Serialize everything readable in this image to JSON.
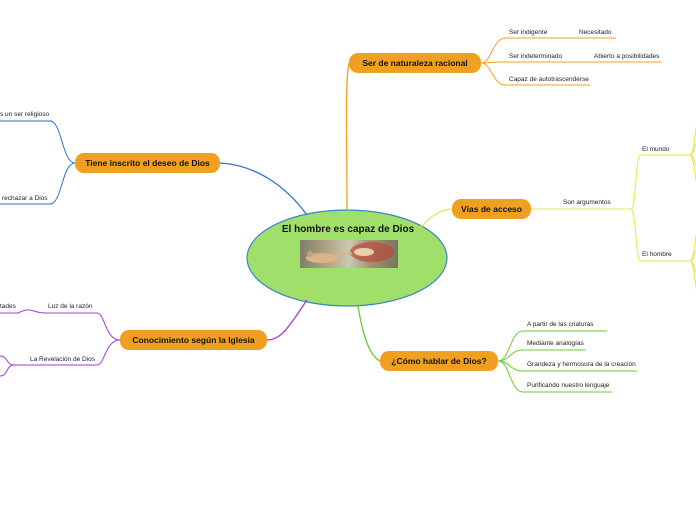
{
  "central": {
    "title": "El hombre es capaz de Dios"
  },
  "topics": {
    "racional": "Ser de naturaleza racional",
    "deseo": "Tiene inscrito el deseo de Dios",
    "vias": "Vías de acceso",
    "conocimiento": "Conocimiento según la Iglesia",
    "hablar": "¿Cómo hablar de Dios?"
  },
  "racional_items": {
    "indigente": "Ser indigente",
    "necesitado": "Necesitado",
    "indeterminado": "Ser indeterminado",
    "abierto": "Abierto a posibilidades",
    "autotrascenderse": "Capaz de autotrascenderse"
  },
  "deseo_items": {
    "religioso": "s un ser religioso",
    "rechazar": "rechazar a Dios"
  },
  "vias_items": {
    "argumentos": "Son argumentos",
    "mundo": "El mundo",
    "hombre": "El hombre"
  },
  "conocimiento_items": {
    "tades": "tades",
    "razon": "Luz de la razón",
    "revelacion": "La Revelación de Dios"
  },
  "hablar_items": [
    "A partir de las criaturas",
    "Mediante analogías",
    "Grandeza y hermosura de la creación",
    "Purificando nuestro lenguaje"
  ],
  "colors": {
    "central_fill": "#9fdf6a",
    "central_stroke": "#3a86c8",
    "topic_fill": "#f0a020",
    "branch_racional": "#f0a020",
    "branch_deseo": "#2f6fd6",
    "branch_vias": "#e6e64a",
    "branch_conocimiento": "#a23bd0",
    "branch_hablar": "#6acc2f"
  }
}
